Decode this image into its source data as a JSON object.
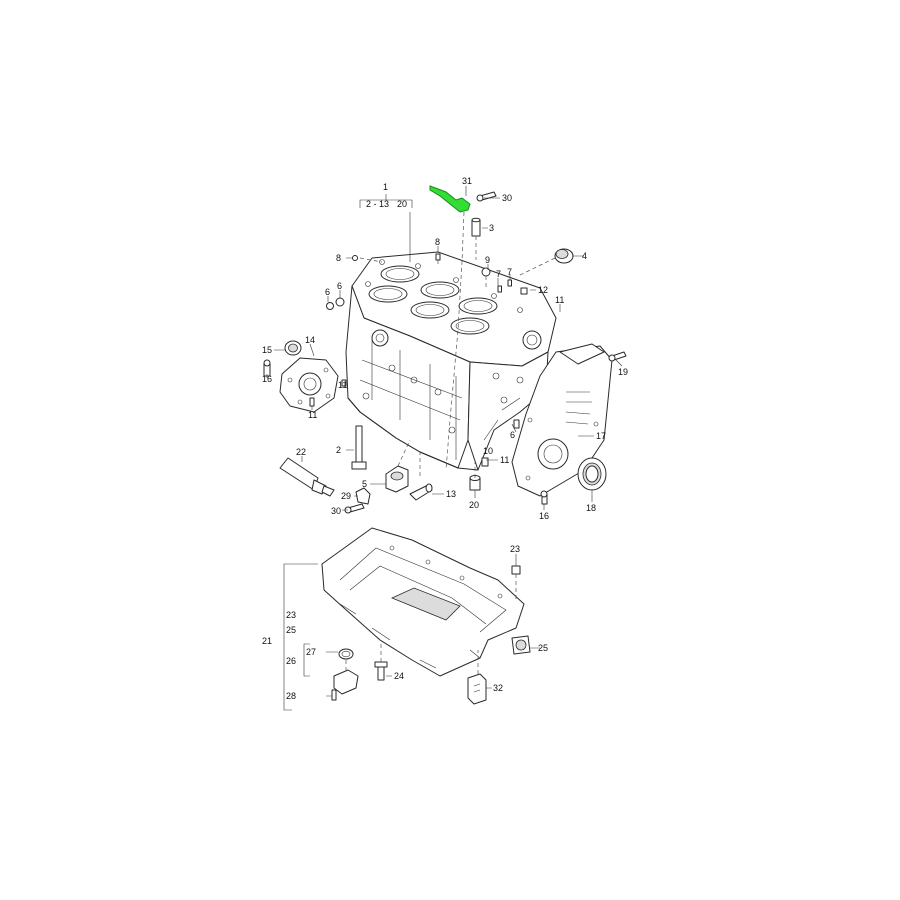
{
  "diagram": {
    "highlight_color": "#33dd33",
    "labels": {
      "l1": "1",
      "l2_13": "2 - 13",
      "l20_top": "20",
      "l31": "31",
      "l30_top": "30",
      "l3": "3",
      "l4": "4",
      "l8a": "8",
      "l8b": "8",
      "l9": "9",
      "l7a": "7",
      "l7b": "7",
      "l12": "12",
      "l6a": "6",
      "l6b": "6",
      "l11a": "11",
      "l15": "15",
      "l14": "14",
      "l16a": "16",
      "l11b": "11",
      "l11c": "11",
      "l19": "19",
      "l17": "17",
      "l6c": "6",
      "l10": "10",
      "l11d": "11",
      "l2": "2",
      "l22": "22",
      "l5": "5",
      "l29": "29",
      "l30_bot": "30",
      "l13": "13",
      "l20_bot": "20",
      "l16b": "16",
      "l18": "18",
      "l23_top": "23",
      "l23": "23",
      "l25a": "25",
      "l21": "21",
      "l27": "27",
      "l26": "26",
      "l24": "24",
      "l28": "28",
      "l25b": "25",
      "l32": "32"
    }
  }
}
